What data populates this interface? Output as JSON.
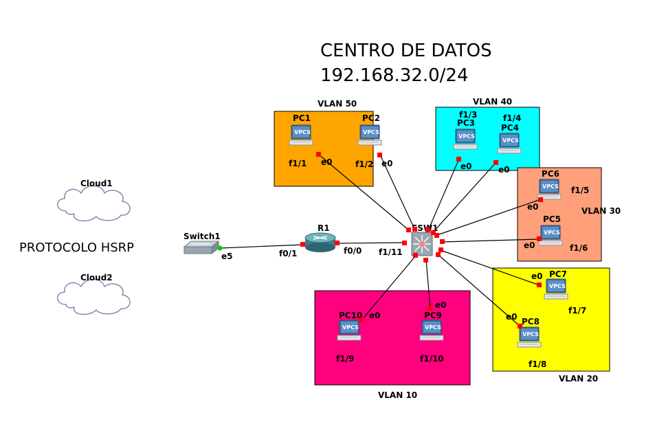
{
  "title": {
    "line1": "CENTRO DE DATOS",
    "line2": "192.168.32.0/24"
  },
  "protocol_label": "PROTOCOLO HSRP",
  "colors": {
    "vlan50": "#ffa500",
    "vlan40": "#00ffff",
    "vlan30": "#ffa07a",
    "vlan10": "#ff007f",
    "vlan20": "#ffff00",
    "link": "#000000",
    "port": "#ff0000",
    "port_ok": "#00cc00"
  },
  "vlans": {
    "v50": "VLAN 50",
    "v40": "VLAN 40",
    "v30": "VLAN 30",
    "v10": "VLAN 10",
    "v20": "VLAN 20"
  },
  "clouds": {
    "c1": "Cloud1",
    "c2": "Cloud2"
  },
  "devices": {
    "switch1": "Switch1",
    "r1": "R1",
    "esw1": "ESW1",
    "pc1": "PC1",
    "pc2": "PC2",
    "pc3": "PC3",
    "pc4": "PC4",
    "pc5": "PC5",
    "pc6": "PC6",
    "pc7": "PC7",
    "pc8": "PC8",
    "pc9": "PC9",
    "pc10": "PC10"
  },
  "vpcs_label": "VPCS",
  "ports": {
    "sw1_e5": "e5",
    "r1_f01": "f0/1",
    "r1_f00": "f0/0",
    "esw_f111": "f1/11",
    "pc1_e0": "e0",
    "esw_f11": "f1/1",
    "pc2_e0": "e0",
    "esw_f12": "f1/2",
    "esw_f13": "f1/3",
    "pc3_e0": "e0",
    "esw_f14": "f1/4",
    "pc4_e0": "e0",
    "pc6_e0": "e0",
    "esw_f15": "f1/5",
    "pc5_e0": "e0",
    "esw_f16": "f1/6",
    "pc7_e0": "e0",
    "esw_f17": "f1/7",
    "pc8_e0": "e0",
    "esw_f18": "f1/8",
    "pc10_e0": "e0",
    "esw_f19": "f1/9",
    "pc9_e0": "e0",
    "esw_f110": "f1/10"
  }
}
